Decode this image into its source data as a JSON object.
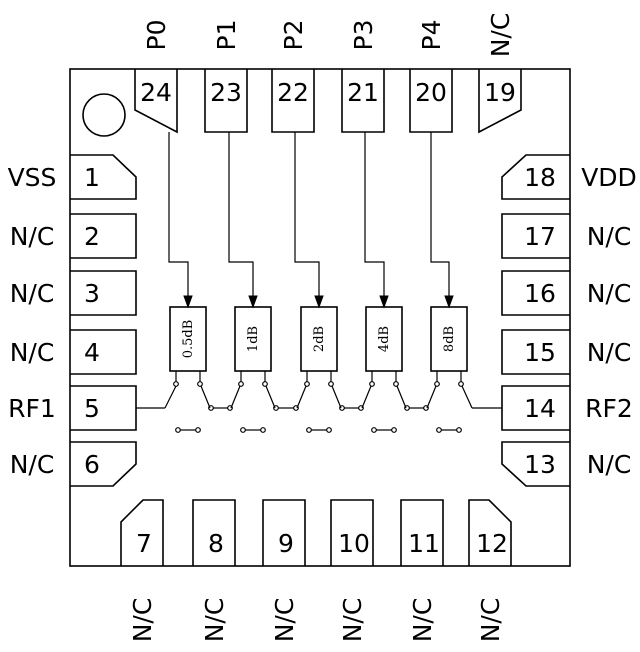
{
  "pins_left": [
    {
      "num": "1",
      "label": "VSS",
      "shape": "bevel"
    },
    {
      "num": "2",
      "label": "N/C",
      "shape": "rect"
    },
    {
      "num": "3",
      "label": "N/C",
      "shape": "rect"
    },
    {
      "num": "4",
      "label": "N/C",
      "shape": "rect"
    },
    {
      "num": "5",
      "label": "RF1",
      "shape": "rect"
    },
    {
      "num": "6",
      "label": "N/C",
      "shape": "bevel"
    }
  ],
  "pins_bottom": [
    {
      "num": "7",
      "label": "N/C",
      "shape": "bevel"
    },
    {
      "num": "8",
      "label": "N/C",
      "shape": "rect"
    },
    {
      "num": "9",
      "label": "N/C",
      "shape": "rect"
    },
    {
      "num": "10",
      "label": "N/C",
      "shape": "rect"
    },
    {
      "num": "11",
      "label": "N/C",
      "shape": "rect"
    },
    {
      "num": "12",
      "label": "N/C",
      "shape": "bevel"
    }
  ],
  "pins_right": [
    {
      "num": "13",
      "label": "N/C",
      "shape": "bevel"
    },
    {
      "num": "14",
      "label": "RF2",
      "shape": "rect"
    },
    {
      "num": "15",
      "label": "N/C",
      "shape": "rect"
    },
    {
      "num": "16",
      "label": "N/C",
      "shape": "rect"
    },
    {
      "num": "17",
      "label": "N/C",
      "shape": "rect"
    },
    {
      "num": "18",
      "label": "VDD",
      "shape": "bevel"
    }
  ],
  "pins_top": [
    {
      "num": "19",
      "label": "N/C",
      "shape": "bevel"
    },
    {
      "num": "20",
      "label": "P4",
      "shape": "rect"
    },
    {
      "num": "21",
      "label": "P3",
      "shape": "rect"
    },
    {
      "num": "22",
      "label": "P2",
      "shape": "rect"
    },
    {
      "num": "23",
      "label": "P1",
      "shape": "rect"
    },
    {
      "num": "24",
      "label": "P0",
      "shape": "bevel"
    }
  ],
  "attenuators": [
    "0.5dB",
    "1dB",
    "2dB",
    "4dB",
    "8dB"
  ]
}
